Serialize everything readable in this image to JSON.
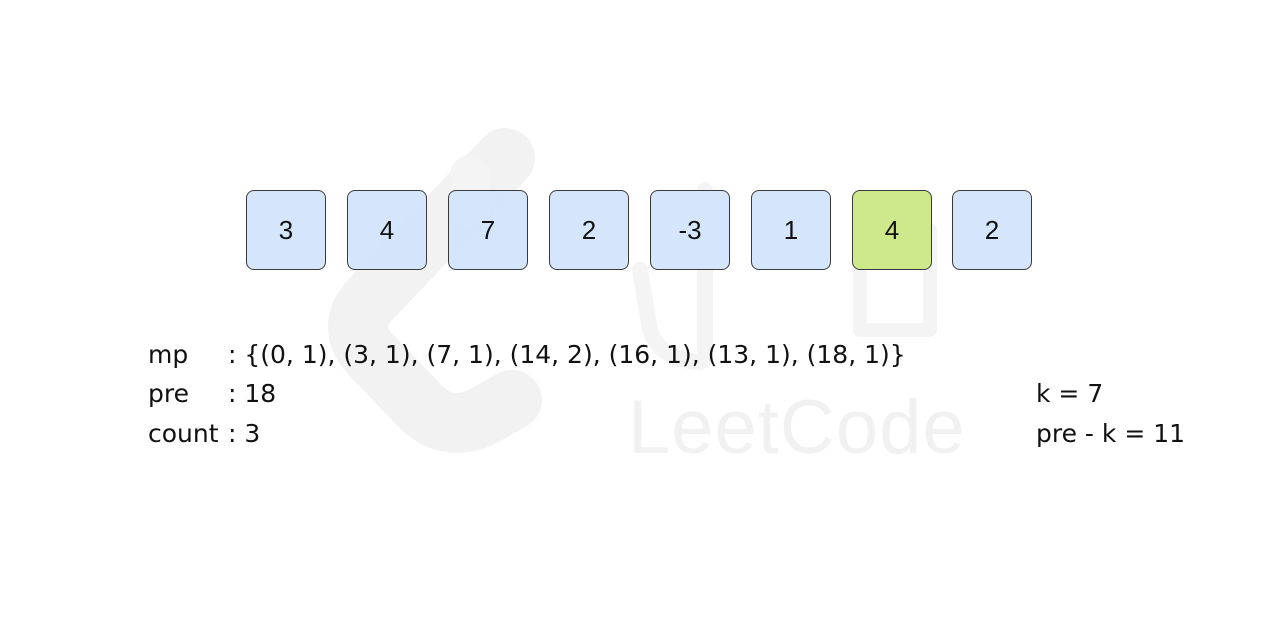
{
  "array": {
    "values": [
      "3",
      "4",
      "7",
      "2",
      "-3",
      "1",
      "4",
      "2"
    ],
    "highlight_index": 6,
    "cell_color": "#d1e4fc",
    "highlight_color": "#cde98b"
  },
  "state": {
    "mp_label": "mp",
    "mp_value": ": {(0, 1), (3, 1), (7, 1), (14, 2), (16, 1), (13, 1), (18, 1)}",
    "pre_label": "pre",
    "pre_value": ": 18",
    "count_label": "count",
    "count_value": ": 3"
  },
  "side": {
    "k_text": "k = 7",
    "pre_minus_k_text": "pre - k = 11"
  },
  "watermark": {
    "text": "LeetCode",
    "color": "#f1f1f1"
  }
}
